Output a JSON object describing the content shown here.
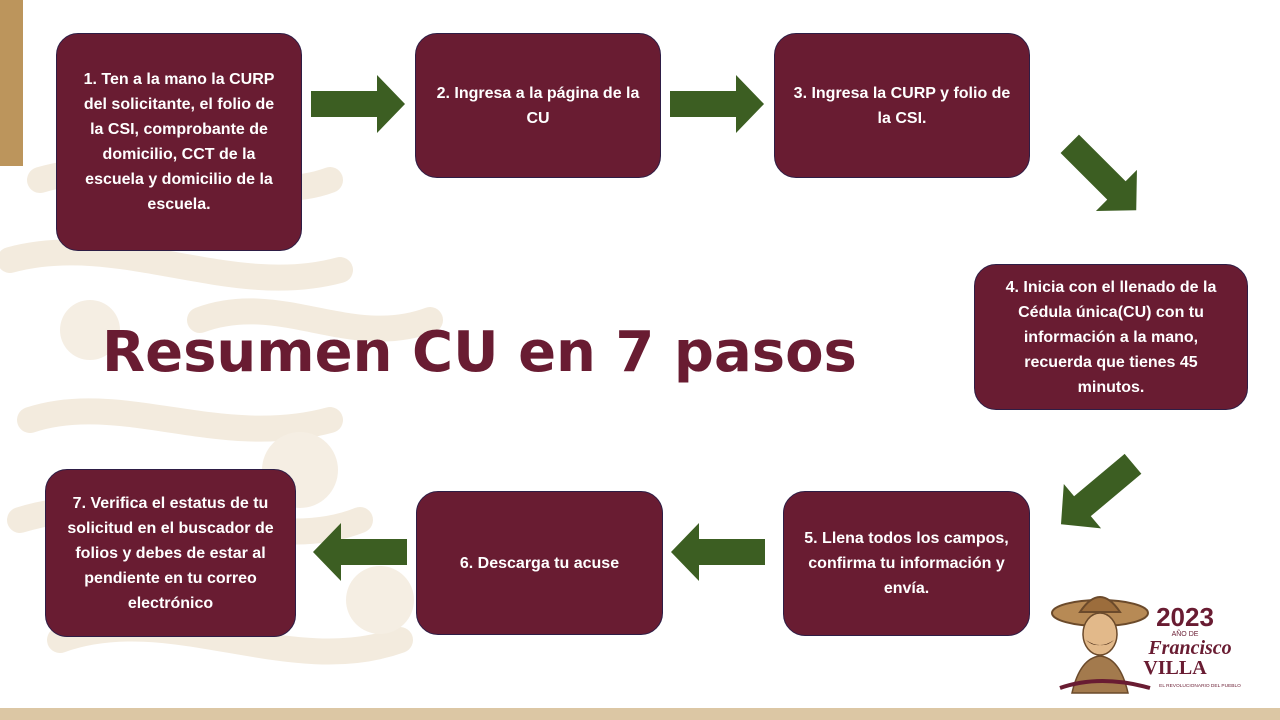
{
  "title": "Resumen CU en 7 pasos",
  "steps": [
    {
      "id": 1,
      "text": "1. Ten a la mano la CURP del solicitante, el folio de la CSI, comprobante de domicilio, CCT de la escuela y domicilio de la escuela."
    },
    {
      "id": 2,
      "text": "2. Ingresa a la página de la CU"
    },
    {
      "id": 3,
      "text": "3. Ingresa la CURP y folio de la CSI."
    },
    {
      "id": 4,
      "text": "4. Inicia con el llenado de la Cédula única(CU) con tu información a la mano, recuerda que tienes 45 minutos."
    },
    {
      "id": 5,
      "text": "5. Llena todos los campos, confirma tu información y envía."
    },
    {
      "id": 6,
      "text": "6. Descarga tu acuse"
    },
    {
      "id": 7,
      "text": "7. Verifica el estatus de tu solicitud en el buscador de folios y debes de estar al pendiente en tu correo electrónico"
    }
  ],
  "logo": {
    "year": "2023",
    "ano_de": "AÑO DE",
    "name_line1": "Francisco",
    "name_line2": "VILLA",
    "tagline": "EL REVOLUCIONARIO DEL PUEBLO",
    "icon": "pancho-villa-portrait"
  },
  "colors": {
    "box_fill": "#691c32",
    "box_border": "#2e1d45",
    "arrow": "#3c5e22",
    "title": "#691c32",
    "accent_gold": "#bc955c"
  }
}
